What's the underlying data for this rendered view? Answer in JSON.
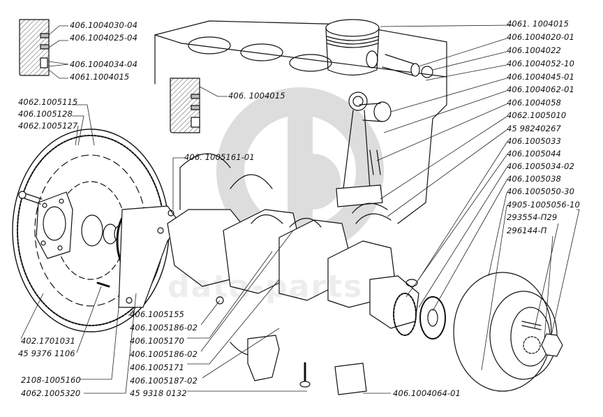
{
  "diagram": {
    "title": "Crankshaft, flywheel, piston and connecting rod assembly (exploded view)",
    "watermark": {
      "logo": "circular-logo",
      "text": "data-parts"
    },
    "labels": [
      {
        "id": "l1",
        "text": "406.1004030-04"
      },
      {
        "id": "l2",
        "text": "406.1004025-04"
      },
      {
        "id": "l3",
        "text": "406.1004034-04"
      },
      {
        "id": "l4",
        "text": "4061.1004015"
      },
      {
        "id": "l5",
        "text": "406. 1004015"
      },
      {
        "id": "l6",
        "text": "4062.1005115"
      },
      {
        "id": "l7",
        "text": "406.1005128"
      },
      {
        "id": "l8",
        "text": "4062.1005127"
      },
      {
        "id": "l9",
        "text": "406. 1005161-01"
      },
      {
        "id": "l10",
        "text": "4061. 1004015"
      },
      {
        "id": "l11",
        "text": "406.1004020-01"
      },
      {
        "id": "l12",
        "text": "406.1004022"
      },
      {
        "id": "l13",
        "text": "406.1004052-10"
      },
      {
        "id": "l14",
        "text": "406.1004045-01"
      },
      {
        "id": "l15",
        "text": "406.1004062-01"
      },
      {
        "id": "l16",
        "text": "406.1004058"
      },
      {
        "id": "l17",
        "text": "4062.1005010"
      },
      {
        "id": "l18",
        "text": "45 98240267"
      },
      {
        "id": "l19",
        "text": "406.1005033"
      },
      {
        "id": "l20",
        "text": "406.1005044"
      },
      {
        "id": "l21",
        "text": "406.1005034-02"
      },
      {
        "id": "l22",
        "text": "406.1005038"
      },
      {
        "id": "l23",
        "text": "406.1005050-30"
      },
      {
        "id": "l24",
        "text": "4905-1005056-10"
      },
      {
        "id": "l25",
        "text": "293554-П29"
      },
      {
        "id": "l26",
        "text": "296144-П"
      },
      {
        "id": "l27",
        "text": "402.1701031"
      },
      {
        "id": "l28",
        "text": "45 9376 1106"
      },
      {
        "id": "l29",
        "text": "2108-1005160"
      },
      {
        "id": "l30",
        "text": "4062.1005320"
      },
      {
        "id": "l31",
        "text": "406.1005155"
      },
      {
        "id": "l32",
        "text": "406.1005186-02"
      },
      {
        "id": "l33",
        "text": "406.1005170"
      },
      {
        "id": "l34",
        "text": "406.1005186-02"
      },
      {
        "id": "l35",
        "text": "406.1005171"
      },
      {
        "id": "l36",
        "text": "406.1005187-02"
      },
      {
        "id": "l37",
        "text": "45 9318 0132"
      },
      {
        "id": "l38",
        "text": "406.1004064-01"
      }
    ]
  }
}
